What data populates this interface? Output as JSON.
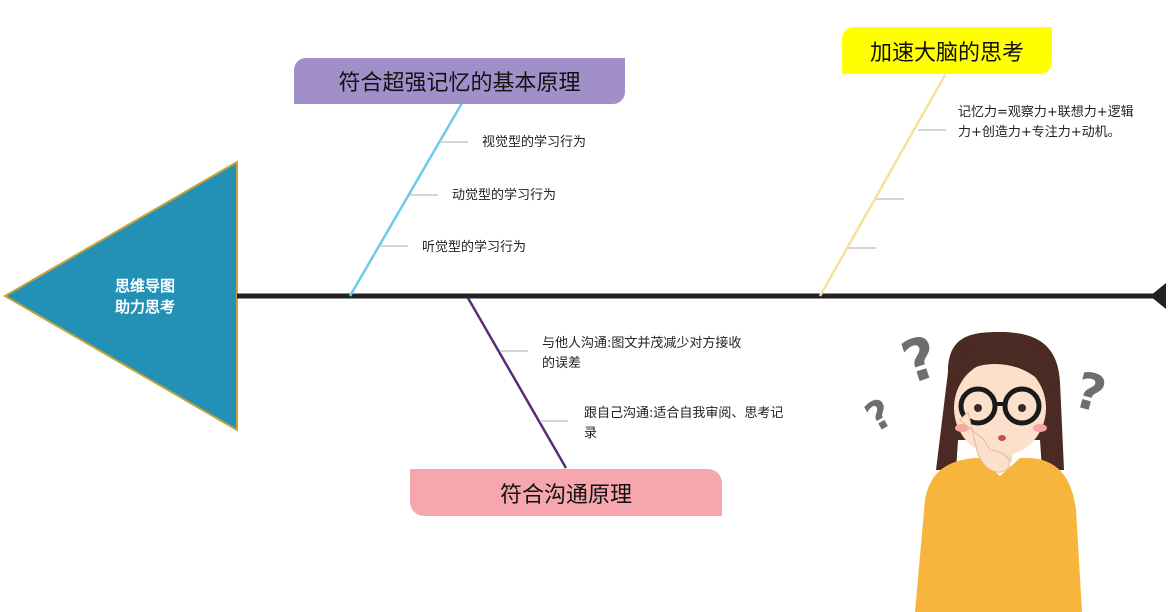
{
  "head": {
    "line1": "思维导图",
    "line2": "助力思考",
    "color": "#2390b5",
    "border": "#c9a23a"
  },
  "spine": {
    "color": "#222222"
  },
  "branches": {
    "memory": {
      "title": "符合超强记忆的基本原理",
      "color": "#a18fca",
      "line_color": "#6ccbe8",
      "items": [
        "视觉型的学习行为",
        "动觉型的学习行为",
        "听觉型的学习行为"
      ]
    },
    "brain": {
      "title": "加速大脑的思考",
      "color": "#ffff00",
      "line_color": "#f5e29a",
      "items": [
        "记忆力=观察力+联想力+逻辑力+创造力+专注力+动机。"
      ]
    },
    "communication": {
      "title": "符合沟通原理",
      "color": "#f6a7ae",
      "line_color": "#5a2d7a",
      "items": [
        "与他人沟通:图文并茂减少对方接收的误差",
        "跟自己沟通:适合自我审阅、思考记录"
      ]
    }
  },
  "illustration": {
    "name": "thinking-girl",
    "shirt": "#f7b53e",
    "hair": "#4a2a22",
    "question_mark": "#6e6e6e"
  }
}
